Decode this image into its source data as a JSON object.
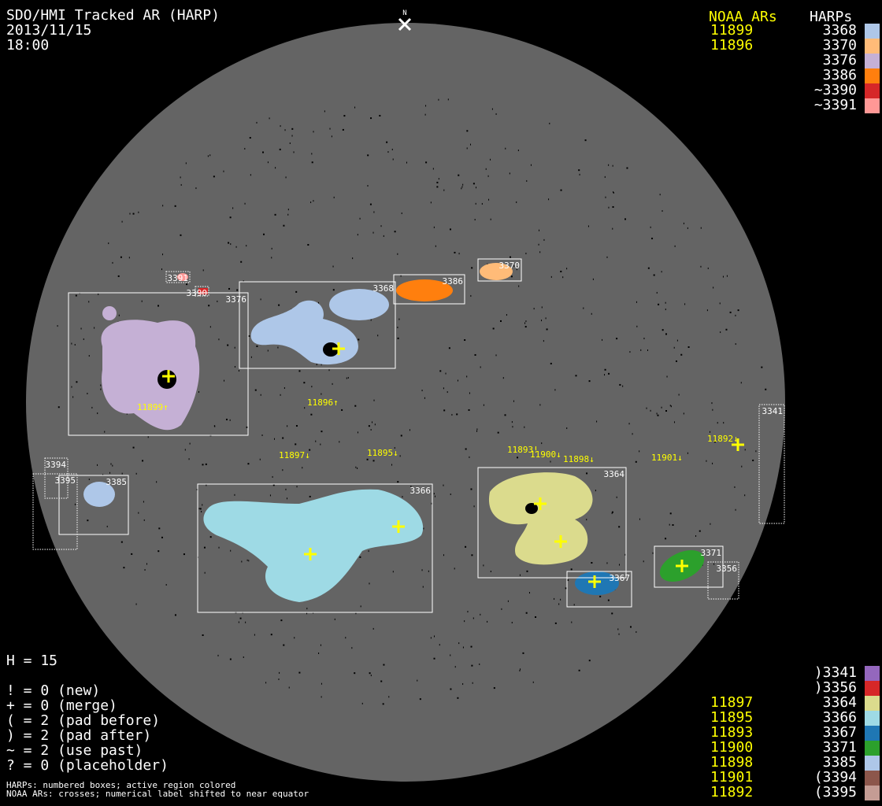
{
  "header": {
    "title": "SDO/HMI Tracked AR (HARP)",
    "date": "2013/11/15",
    "time": "18:00",
    "north_label": "N"
  },
  "legend_top": {
    "noaa_heading": "NOAA ARs",
    "harps_heading": "HARPs",
    "rows": [
      {
        "noaa": "11899",
        "harp": "3368",
        "color": "#aec7e8"
      },
      {
        "noaa": "11896",
        "harp": "3370",
        "color": "#ffbb78"
      },
      {
        "noaa": "",
        "harp": "3376",
        "color": "#c5b0d5"
      },
      {
        "noaa": "",
        "harp": "3386",
        "color": "#ff7f0e"
      },
      {
        "noaa": "",
        "harp": "~3390",
        "color": "#d62728"
      },
      {
        "noaa": "",
        "harp": "~3391",
        "color": "#ff9896"
      }
    ]
  },
  "legend_bottom": {
    "rows": [
      {
        "noaa": "",
        "harp": ")3341",
        "color": "#9467bd"
      },
      {
        "noaa": "",
        "harp": ")3356",
        "color": "#d62728"
      },
      {
        "noaa": "11897",
        "harp": "3364",
        "color": "#dbdb8d"
      },
      {
        "noaa": "11895",
        "harp": "3366",
        "color": "#9edae5"
      },
      {
        "noaa": "11893",
        "harp": "3367",
        "color": "#1f77b4"
      },
      {
        "noaa": "11900",
        "harp": "3371",
        "color": "#2ca02c"
      },
      {
        "noaa": "11898",
        "harp": "3385",
        "color": "#aec7e8"
      },
      {
        "noaa": "11901",
        "harp": "(3394",
        "color": "#8c564b"
      },
      {
        "noaa": "11892",
        "harp": "(3395",
        "color": "#c49c94"
      }
    ]
  },
  "stats": {
    "h": "H = 15",
    "lines": [
      "! = 0 (new)",
      "+ = 0 (merge)",
      "( = 2 (pad before)",
      ") = 2 (pad after)",
      "~ = 2 (use past)",
      "? = 0 (placeholder)"
    ],
    "note1": "HARPs: numbered boxes; active region colored",
    "note2": "NOAA ARs: crosses; numerical label shifted to near equator"
  },
  "harp_boxes": [
    {
      "label": "3376",
      "dotted": false
    },
    {
      "label": "3368",
      "dotted": false
    },
    {
      "label": "3386",
      "dotted": false
    },
    {
      "label": "3370",
      "dotted": false
    },
    {
      "label": "3366",
      "dotted": false
    },
    {
      "label": "3364",
      "dotted": false
    },
    {
      "label": "3367",
      "dotted": false
    },
    {
      "label": "3371",
      "dotted": false
    },
    {
      "label": "3385",
      "dotted": false
    },
    {
      "label": "3391",
      "dotted": true
    },
    {
      "label": "3390",
      "dotted": true
    },
    {
      "label": "3394",
      "dotted": true
    },
    {
      "label": "3395",
      "dotted": true
    },
    {
      "label": "3341",
      "dotted": true
    },
    {
      "label": "3356",
      "dotted": true
    }
  ],
  "noaa_labels": [
    "11899↑",
    "11896↑",
    "11897↓",
    "11895↓",
    "11893!",
    "11900↓",
    "11898↓",
    "11901↓",
    "11892↓"
  ],
  "colors": {
    "disk": "#646464",
    "noaa": "#ffff00",
    "box": "#ffffff"
  }
}
